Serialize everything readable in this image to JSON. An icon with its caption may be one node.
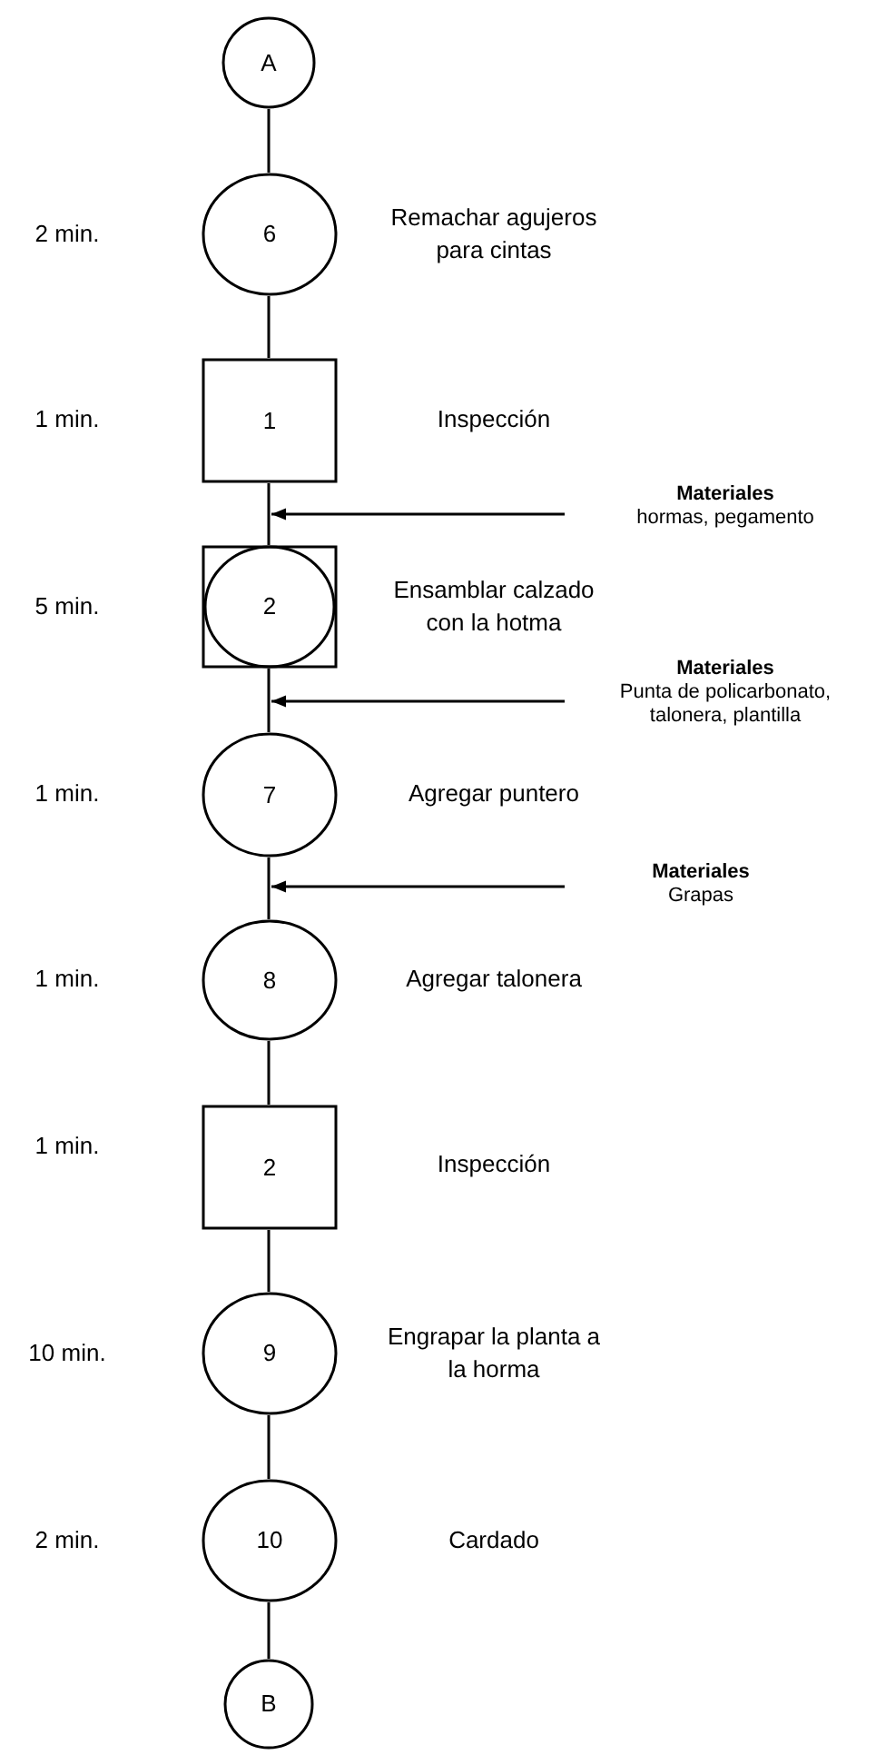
{
  "diagram": {
    "nodes": [
      {
        "text": [
          "A"
        ]
      },
      {
        "text": [
          "6"
        ]
      },
      {
        "text": [
          "1"
        ]
      },
      {
        "text": [
          "Materiales",
          "hormas, pegamento"
        ]
      },
      {
        "text": [
          "2"
        ]
      },
      {
        "text": [
          "Materiales",
          "Punta de policarbonato, talonera, plantilla"
        ]
      },
      {
        "text": [
          "7"
        ]
      },
      {
        "text": [
          "Materiales",
          "Grapas"
        ]
      },
      {
        "text": [
          "8"
        ]
      },
      {
        "text": [
          "2"
        ]
      },
      {
        "text": [
          "9"
        ]
      },
      {
        "text": [
          "10"
        ]
      },
      {
        "text": [
          "B"
        ]
      }
    ],
    "edges": [
      {
        "from": 0,
        "to": 1,
        "arrow": "none"
      },
      {
        "from": 1,
        "to": 2,
        "arrow": "none"
      },
      {
        "from": 2,
        "to": 4,
        "arrow": "none"
      },
      {
        "from": 4,
        "to": 6,
        "arrow": "none"
      },
      {
        "from": 6,
        "to": 8,
        "arrow": "none"
      },
      {
        "from": 8,
        "to": 9,
        "arrow": "none"
      },
      {
        "from": 9,
        "to": 10,
        "arrow": "none"
      },
      {
        "from": 10,
        "to": 11,
        "arrow": "none"
      },
      {
        "from": 11,
        "to": 12,
        "arrow": "none"
      },
      {
        "from": 3,
        "to": 4,
        "arrow": "to"
      },
      {
        "from": 5,
        "to": 4,
        "arrow": "to"
      },
      {
        "from": 7,
        "to": 8,
        "arrow": "to"
      }
    ],
    "labels": [
      "2 min.",
      "Remachar agujeros para cintas",
      "1 min.",
      "Inspección",
      "5 min.",
      "Ensamblar calzado con la hotma",
      "1 min.",
      "Agregar puntero",
      "1 min.",
      "Agregar talonera",
      "1 min.",
      "Inspección",
      "10 min.",
      "Engrapar la planta a la horma",
      "2 min.",
      "Cardado"
    ]
  }
}
